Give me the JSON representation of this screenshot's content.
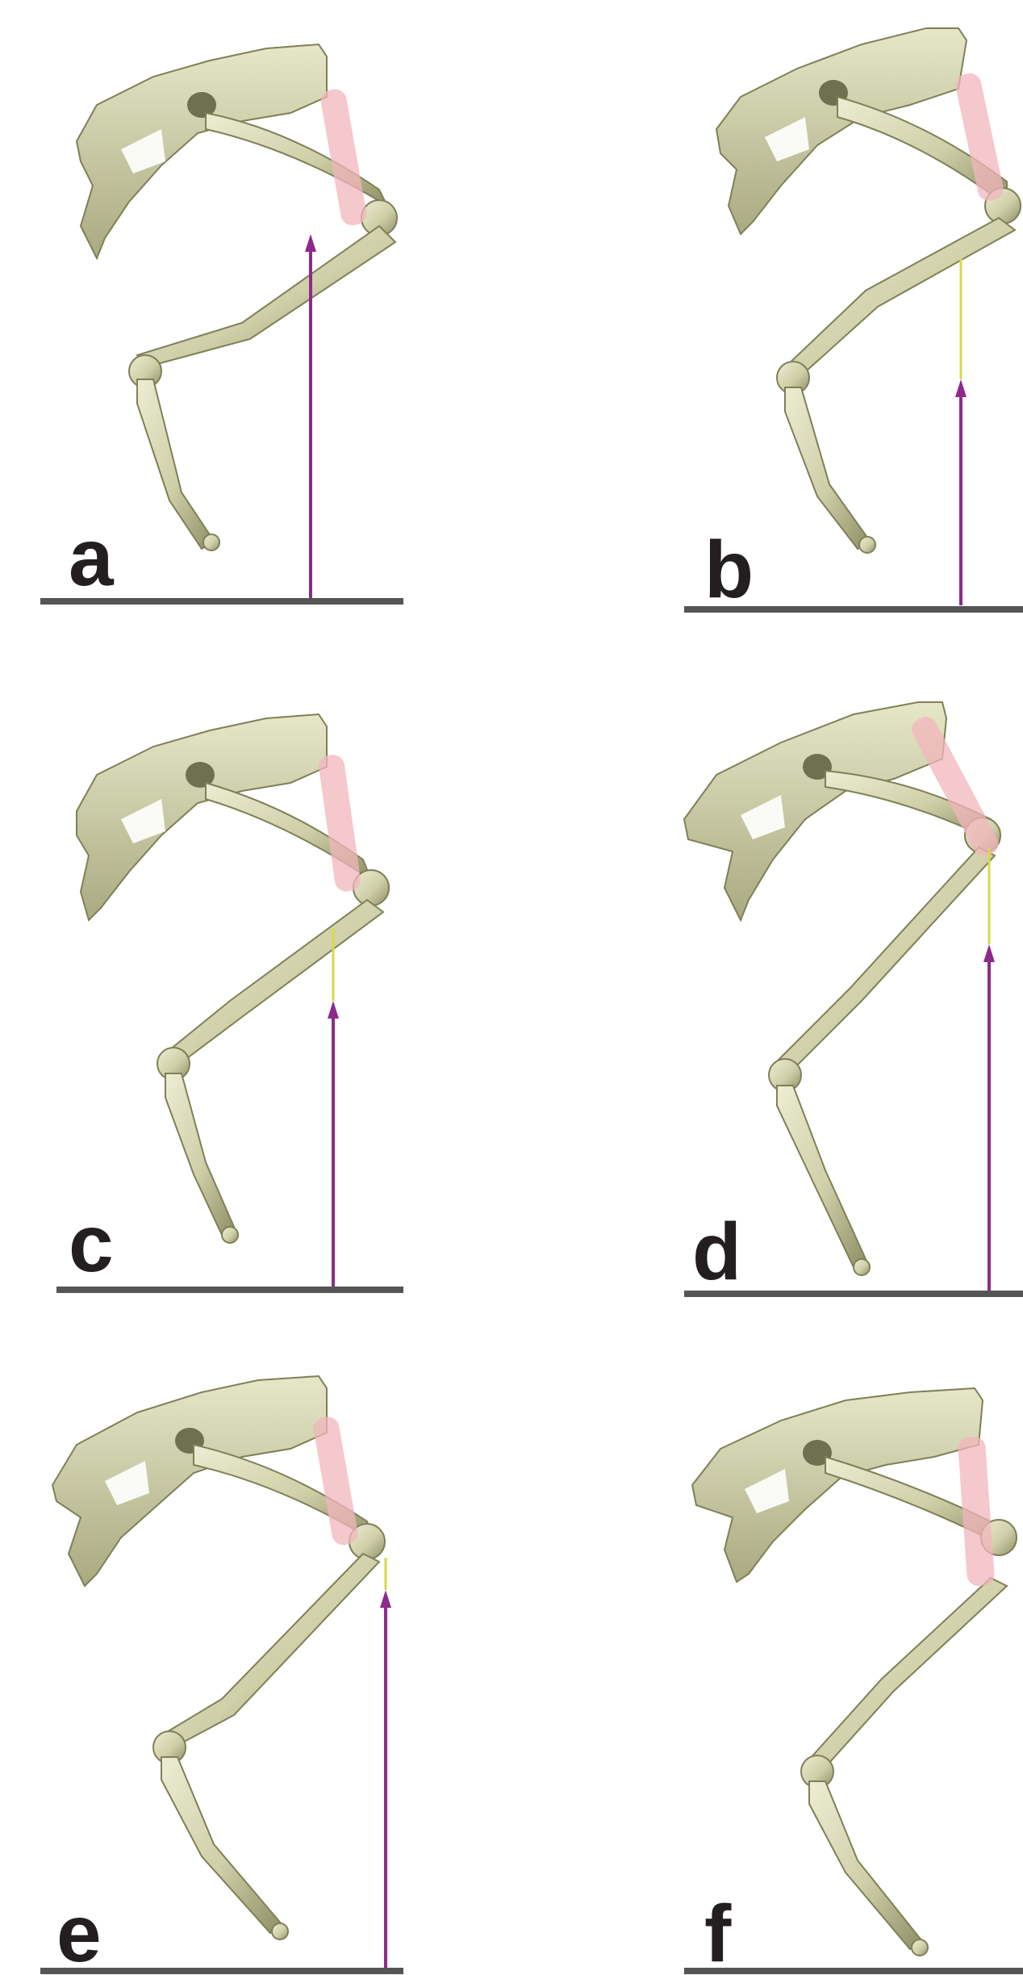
{
  "figure": {
    "panels": [
      {
        "id": "a",
        "label": "a"
      },
      {
        "id": "b",
        "label": "b"
      },
      {
        "id": "c",
        "label": "c"
      },
      {
        "id": "d",
        "label": "d"
      },
      {
        "id": "e",
        "label": "e"
      },
      {
        "id": "f",
        "label": "f"
      }
    ],
    "colors": {
      "bone": "#cfcfa8",
      "bone_shadow": "#8f8f66",
      "bone_highlight": "#ecedd3",
      "muscle": "#f2b6bc",
      "force_arrow": "#8e2a8c",
      "moment_arm": "#d8d84a",
      "ground": "#555555",
      "label": "#231f20"
    },
    "icons": {
      "skeleton": "bird-pelvic-limb-skeleton",
      "muscle": "muscle-cylinder",
      "arrow": "ground-reaction-force-arrow"
    }
  }
}
